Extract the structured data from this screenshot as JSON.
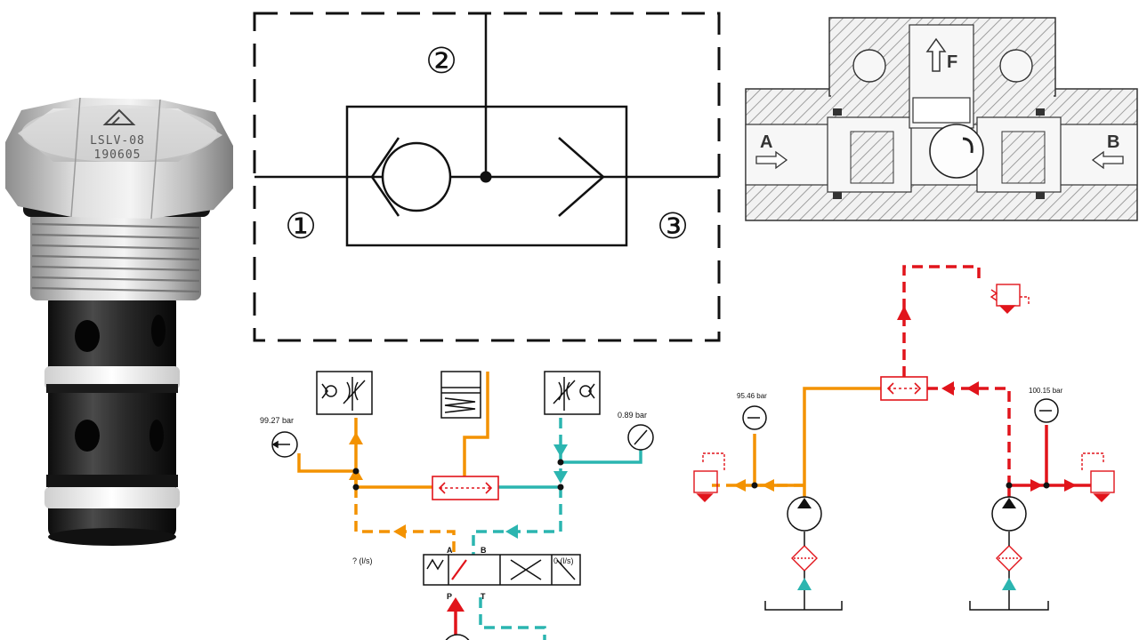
{
  "valve_photo": {
    "model_text": "LSLV-08",
    "serial_text": "190605"
  },
  "shuttle_symbol": {
    "port_top": "②",
    "port_left": "①",
    "port_right": "③"
  },
  "cross_section": {
    "force_label": "F",
    "port_a_label": "A",
    "port_b_label": "B"
  },
  "circuit_left": {
    "gauge_left_reading": "99.27 bar",
    "gauge_right_reading": "0.89 bar",
    "flow_left_label": "? (l/s)",
    "flow_right_label": "0 (l/s)",
    "port_a": "A",
    "port_b": "B",
    "port_p": "P",
    "port_t": "T"
  },
  "circuit_right": {
    "gauge_left_reading": "95.46 bar",
    "gauge_right_reading": "100.15 bar"
  },
  "colors": {
    "orange_line": "#f39200",
    "cyan_line": "#2bb5b0",
    "red_line": "#e1141b",
    "symbol_black": "#111111",
    "hatch_gray": "#7a7a7a"
  }
}
